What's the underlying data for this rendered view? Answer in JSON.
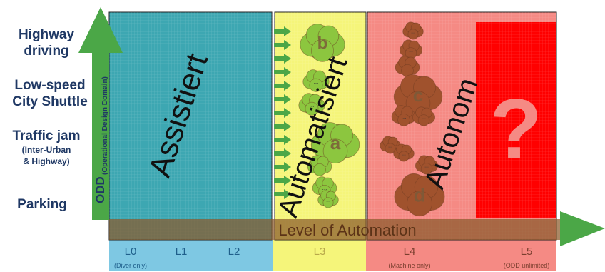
{
  "odd_axis_label": "ODD",
  "odd_axis_sublabel": "(Operational Design Domain)",
  "odd_levels": [
    {
      "lines": [
        "Highway",
        "driving"
      ],
      "sub": []
    },
    {
      "lines": [
        "Low-speed",
        "City Shuttle"
      ],
      "sub": []
    },
    {
      "lines": [
        "Traffic jam"
      ],
      "sub": [
        "(Inter-Urban",
        "& Highway)"
      ]
    },
    {
      "lines": [
        "Parking"
      ],
      "sub": []
    }
  ],
  "zones": [
    {
      "label": "Assistiert",
      "color": "#3da7b2"
    },
    {
      "label": "Automatisiert",
      "color": "#f5f57a"
    },
    {
      "label": "Autonom",
      "color": "#f58a84"
    }
  ],
  "question_mark": "?",
  "loa_label": "Level of Automation",
  "levels": [
    {
      "label": "L0",
      "note": "(Diver only)"
    },
    {
      "label": "L1",
      "note": ""
    },
    {
      "label": "L2",
      "note": ""
    },
    {
      "label": "L3",
      "note": ""
    },
    {
      "label": "L4",
      "note": "(Machine only)"
    },
    {
      "label": "L5",
      "note": "(ODD unlimited)"
    }
  ],
  "cloud_letters": [
    "b",
    "a",
    "c",
    "d"
  ],
  "cloud_ellipsis": "...",
  "colors": {
    "arrow_green": "#4ba747",
    "axis_text": "#1f3864",
    "cloud_brown": "#a0522d",
    "autonom_red": "#ff0000",
    "loa_bar": "#8b5a2b"
  }
}
